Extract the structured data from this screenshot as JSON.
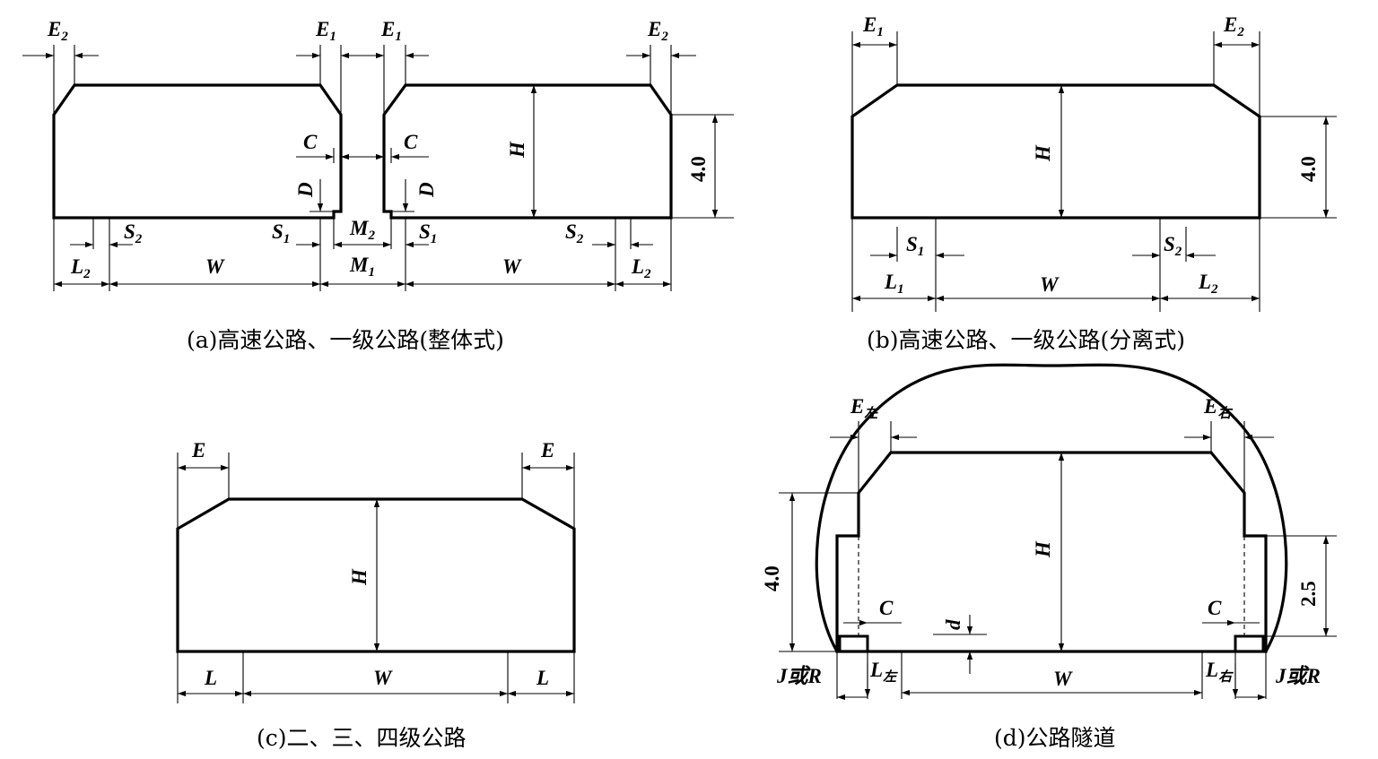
{
  "captions": {
    "a": "(a)高速公路、一级公路(整体式)",
    "b": "(b)高速公路、一级公路(分离式)",
    "c": "(c)二、三、四级公路",
    "d": "(d)公路隧道"
  },
  "symbols": {
    "E": "E",
    "E1_main": "E",
    "E1_sub": "1",
    "E2_main": "E",
    "E2_sub": "2",
    "H": "H",
    "C": "C",
    "D": "D",
    "d": "d",
    "W": "W",
    "L": "L",
    "S1_main": "S",
    "S1_sub": "1",
    "S2_main": "S",
    "S2_sub": "2",
    "L1_main": "L",
    "L1_sub": "1",
    "L2_main": "L",
    "L2_sub": "2",
    "M1_main": "M",
    "M1_sub": "1",
    "M2_main": "M",
    "M2_sub": "2",
    "E_left_main": "E",
    "E_left_sub": "左",
    "E_right_main": "E",
    "E_right_sub": "右",
    "L_left_main": "L",
    "L_left_sub": "左",
    "L_right_main": "L",
    "L_right_sub": "右",
    "JR": "J或R"
  },
  "values": {
    "h40": "4.0",
    "h25": "2.5"
  }
}
